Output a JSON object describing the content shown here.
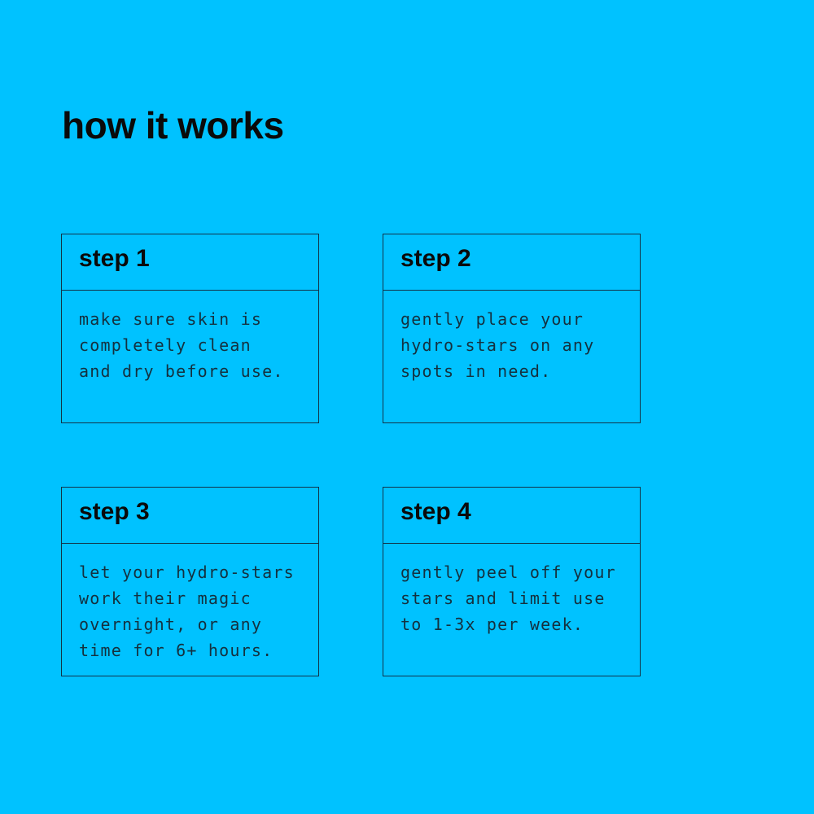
{
  "page": {
    "title": "how it works"
  },
  "colors": {
    "background": "#00c2ff",
    "heading_ink": "#0a0a0a",
    "body_ink": "#14303f",
    "border_ink": "#123249"
  },
  "steps": [
    {
      "label": "step 1",
      "body": "make sure skin is\ncompletely clean\nand dry before use."
    },
    {
      "label": "step 2",
      "body": "gently place your\nhydro-stars on any\nspots in need."
    },
    {
      "label": "step 3",
      "body": "let your hydro-stars\nwork their magic\novernight, or any\ntime for 6+ hours."
    },
    {
      "label": "step 4",
      "body": "gently peel off your\nstars and limit use\nto 1-3x per week."
    }
  ]
}
